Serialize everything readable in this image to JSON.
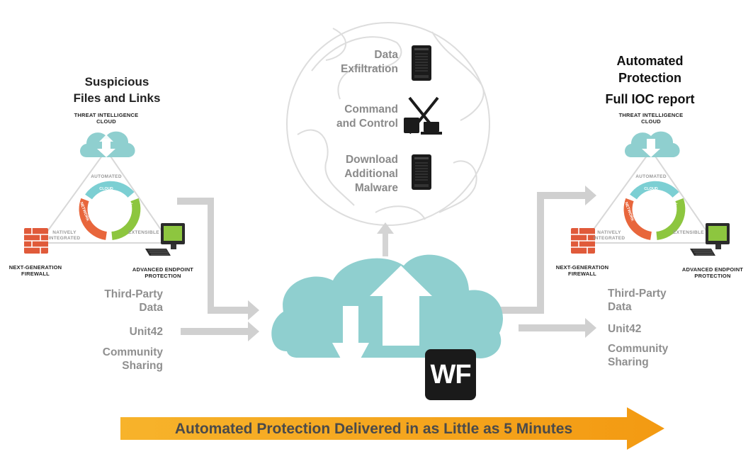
{
  "left": {
    "title_line1": "Suspicious",
    "title_line2": "Files and Links",
    "cloud_label_line1": "THREAT INTELLIGENCE",
    "cloud_label_line2": "CLOUD",
    "edge_automated": "AUTOMATED",
    "edge_natively_line1": "NATIVELY",
    "edge_natively_line2": "INTEGRATED",
    "edge_extensible": "EXTENSIBLE",
    "ring_cloud": "CLOUD",
    "ring_network": "NETWORK",
    "ring_endpoint": "ENDPOINT",
    "firewall_label_line1": "NEXT-GENERATION",
    "firewall_label_line2": "FIREWALL",
    "endpoint_label_line1": "ADVANCED ENDPOINT",
    "endpoint_label_line2": "PROTECTION",
    "source1_line1": "Third-Party",
    "source1_line2": "Data",
    "source2": "Unit42",
    "source3_line1": "Community",
    "source3_line2": "Sharing"
  },
  "right": {
    "title_line1": "Automated",
    "title_line2": "Protection",
    "title_line3": "Full IOC report",
    "cloud_label_line1": "THREAT INTELLIGENCE",
    "cloud_label_line2": "CLOUD",
    "edge_automated": "AUTOMATED",
    "edge_natively_line1": "NATIVELY",
    "edge_natively_line2": "INTEGRATED",
    "edge_extensible": "EXTENSIBLE",
    "ring_cloud": "CLOUD",
    "ring_network": "NETWORK",
    "ring_endpoint": "ENDPOINT",
    "firewall_label_line1": "NEXT-GENERATION",
    "firewall_label_line2": "FIREWALL",
    "endpoint_label_line1": "ADVANCED ENDPOINT",
    "endpoint_label_line2": "PROTECTION",
    "source1_line1": "Third-Party",
    "source1_line2": "Data",
    "source2": "Unit42",
    "source3_line1": "Community",
    "source3_line2": "Sharing"
  },
  "threats": {
    "t1_line1": "Data",
    "t1_line2": "Exfiltration",
    "t2_line1": "Command",
    "t2_line2": "and Control",
    "t3_line1": "Download",
    "t3_line2": "Additional",
    "t3_line3": "Malware"
  },
  "center": {
    "badge": "WF"
  },
  "banner": {
    "text": "Automated Protection Delivered in as Little as 5 Minutes"
  },
  "colors": {
    "cloud_teal": "#8fcfcf",
    "ring_teal": "#7ccfd3",
    "ring_orange": "#e8663c",
    "ring_green": "#8dc63f",
    "firewall_red": "#e05a3a",
    "arrow_grey": "#d0d0d0",
    "banner_orange": "#f8a51c",
    "badge_black": "#1a1a1a"
  }
}
